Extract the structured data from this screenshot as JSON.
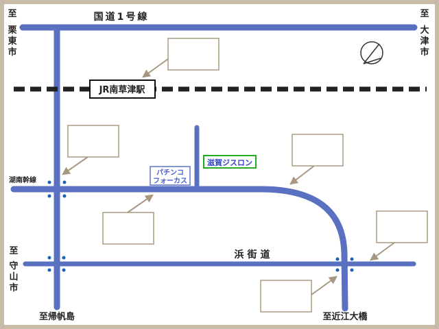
{
  "colors": {
    "border": "#c8bca8",
    "background": "#ffffff",
    "road": "#5a70c0",
    "box_stroke": "#a89880",
    "arrow": "#a89880",
    "rail_dash": "#222222",
    "dot": "#1a62b8",
    "pachinko_border": "#5a70c0",
    "pachinko_text": "#4a5ed0",
    "jiron_border": "#22aa22",
    "jiron_text": "#3344cc"
  },
  "roads": {
    "national_route_1": "国道1号線",
    "konan_trunk": "湖南幹線",
    "hama_kaido": "浜街道"
  },
  "directions": {
    "ritto_city": [
      "至",
      "栗",
      "東",
      "市"
    ],
    "otsu_city": [
      "至",
      "大",
      "津",
      "市"
    ],
    "moriyama_city": [
      "至",
      "守",
      "山",
      "市"
    ],
    "to_kihanjima": "至帰帆島",
    "to_omi_ohashi": "至近江大橋"
  },
  "station": {
    "name": "JR南草津駅"
  },
  "landmarks": {
    "pachinko": [
      "パチンコ",
      "フォーカス"
    ],
    "jiron": "滋賀ジスロン"
  },
  "icons": {
    "compass": "north-compass-icon"
  }
}
